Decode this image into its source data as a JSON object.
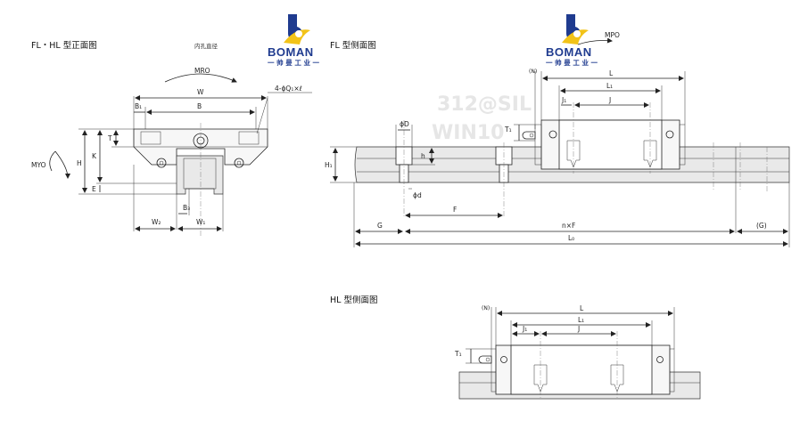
{
  "titles": {
    "front_view": "FL・HL 型正面图",
    "fl_side_view": "FL 型侧面图",
    "hl_side_view": "HL 型侧面图"
  },
  "notes": {
    "inner_hole": "内孔直径",
    "bolt_spec": "4-ϕQ₁×ℓ"
  },
  "logo": {
    "word": "BOMAN",
    "cn": "一 帅 曼 工 业 一",
    "color": "#1f3b8f",
    "accent": "#f2c318"
  },
  "watermark": {
    "line1": "312@SIL",
    "line2": "WIN10"
  },
  "front_labels": {
    "moment_r": "MRO",
    "moment_y": "MYO",
    "W": "W",
    "B1": "B₁",
    "B": "B",
    "T": "T",
    "K": "K",
    "H": "H",
    "E": "E",
    "B3": "B₃",
    "W2": "W₂",
    "W1": "W₁"
  },
  "fl_labels": {
    "moment_p": "MPO",
    "N": "(N)",
    "L": "L",
    "L1": "L₁",
    "J1": "J₁",
    "J": "J",
    "T1": "T₁",
    "phiD": "ϕD",
    "h": "h",
    "phid": "ϕd",
    "H1": "H₁",
    "F": "F",
    "G": "G",
    "nF": "n×F",
    "G2": "(G)",
    "L0": "L₀"
  },
  "hl_labels": {
    "N": "(N)",
    "L": "L",
    "L1": "L₁",
    "J1": "J₁",
    "J": "J",
    "T1": "T₁"
  }
}
